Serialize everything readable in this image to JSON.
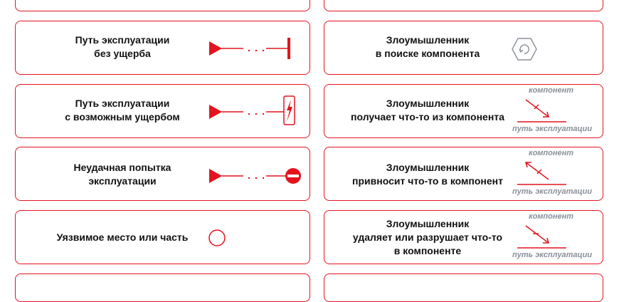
{
  "legend": {
    "left": [
      {
        "lines": [
          "Путь эксплуатации",
          "без ущерба"
        ],
        "icon": "path-blocked-icon"
      },
      {
        "lines": [
          "Путь эксплуатации",
          "с возможным ущербом"
        ],
        "icon": "path-damage-icon"
      },
      {
        "lines": [
          "Неудачная попытка",
          "эксплуатации"
        ],
        "icon": "path-failed-icon"
      },
      {
        "lines": [
          "Уязвимое место или часть"
        ],
        "icon": "vulnerable-spot-icon"
      }
    ],
    "right": [
      {
        "lines": [
          "Злоумышленник",
          "в поиске компонента"
        ],
        "icon": "search-component-icon"
      },
      {
        "lines": [
          "Злоумышленник",
          "получает что-то из компонента"
        ],
        "icon": "get-from-component-icon",
        "top_caption": "компонент",
        "bottom_caption": "путь эксплуатации"
      },
      {
        "lines": [
          "Злоумышленник",
          "привносит что-то в компонент"
        ],
        "icon": "bring-into-component-icon",
        "top_caption": "компонент",
        "bottom_caption": "путь эксплуатации"
      },
      {
        "lines": [
          "Злоумышленник",
          "удаляет или разрушает что-то",
          "в компоненте"
        ],
        "icon": "destroy-in-component-icon",
        "top_caption": "компонент",
        "bottom_caption": "путь эксплуатации"
      }
    ]
  },
  "colors": {
    "accent": "#e3141e",
    "text": "#111111",
    "caption": "#8a8f99"
  }
}
